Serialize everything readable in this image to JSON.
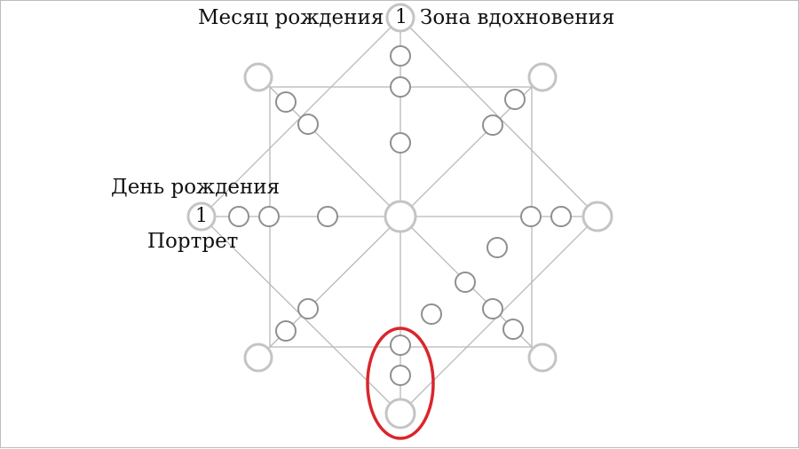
{
  "labels": {
    "birth_month": "Месяц рождения",
    "inspiration_zone": "Зона вдохновения",
    "birth_day": "День рождения",
    "portrait": "Портрет"
  },
  "numbers": {
    "top_node": "1",
    "left_node": "1"
  },
  "colors": {
    "line": "#b8b8b8",
    "outer_circle": "#c4c4c4",
    "inner_circle": "#8f8f8f",
    "highlight": "#d9262c",
    "text": "#111111"
  }
}
